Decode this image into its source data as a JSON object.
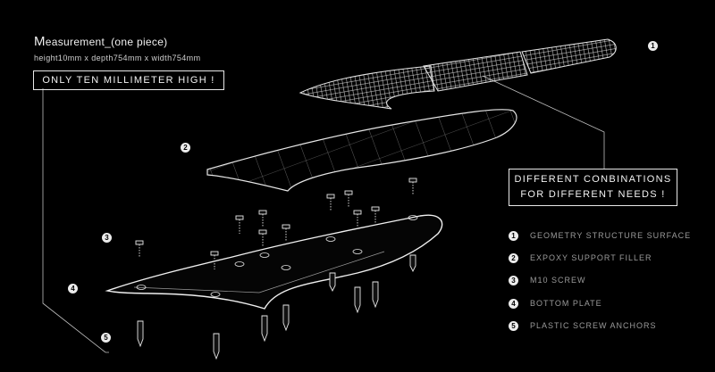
{
  "heading": {
    "title_initial": "M",
    "title_rest": "easurement_(one piece)",
    "dimensions": "height10mm x depth754mm x width754mm"
  },
  "callouts": {
    "height_note": "ONLY TEN MILLIMETER HIGH !",
    "combinations_line1": "DIFFERENT CONBINATIONS",
    "combinations_line2": "FOR DIFFERENT NEEDS !"
  },
  "legend": [
    {
      "num": "1",
      "label": "GEOMETRY STRUCTURE SURFACE"
    },
    {
      "num": "2",
      "label": "EXPOXY SUPPORT FILLER"
    },
    {
      "num": "3",
      "label": "M10 SCREW"
    },
    {
      "num": "4",
      "label": "BOTTOM PLATE"
    },
    {
      "num": "5",
      "label": "PLASTIC SCREW ANCHORS"
    }
  ],
  "markers": [
    "1",
    "2",
    "3",
    "4",
    "5"
  ]
}
